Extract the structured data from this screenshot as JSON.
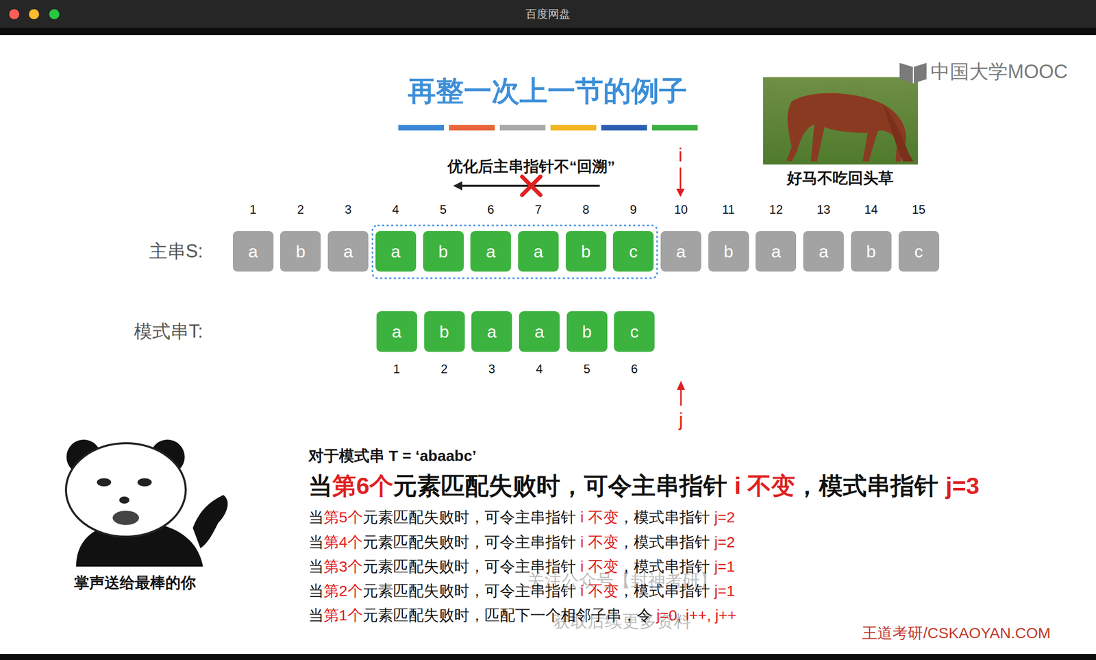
{
  "diagram": {
    "title": "再整一次上一节的例子",
    "nodes": [
      {
        "text": [
          "a"
        ]
      },
      {
        "text": [
          "b"
        ]
      },
      {
        "text": [
          "a"
        ]
      },
      {
        "text": [
          "a"
        ]
      },
      {
        "text": [
          "b"
        ]
      },
      {
        "text": [
          "a"
        ]
      },
      {
        "text": [
          "a"
        ]
      },
      {
        "text": [
          "b"
        ]
      },
      {
        "text": [
          "c"
        ]
      },
      {
        "text": [
          "a"
        ]
      },
      {
        "text": [
          "b"
        ]
      },
      {
        "text": [
          "a"
        ]
      },
      {
        "text": [
          "a"
        ]
      },
      {
        "text": [
          "b"
        ]
      },
      {
        "text": [
          "c"
        ]
      },
      {
        "text": [
          "a"
        ]
      },
      {
        "text": [
          "b"
        ]
      },
      {
        "text": [
          "a"
        ]
      },
      {
        "text": [
          "a"
        ]
      },
      {
        "text": [
          "b"
        ]
      },
      {
        "text": [
          "c"
        ]
      }
    ],
    "labels": [
      "百度网盘",
      "中国大学MOOC",
      "i",
      "优化后主串指针不“回溯”",
      "好马不吃回头草",
      "1",
      "2",
      "3",
      "4",
      "5",
      "6",
      "7",
      "8",
      "9",
      "10",
      "11",
      "12",
      "13",
      "14",
      "15",
      "主串S:",
      "模式串T:",
      "1",
      "2",
      "3",
      "4",
      "5",
      "6",
      "j",
      "对于模式串 T = ‘abaabc’",
      "当",
      "第6个",
      "元素匹配失败时，可令主串指针",
      "i 不变",
      "，模式串指针",
      "j=3",
      "当",
      "第5个",
      "元素匹配失败时，可令主串指针",
      "i 不变",
      "，模式串指针",
      "j=2",
      "当",
      "第4个",
      "元素匹配失败时，可令主串指针",
      "i 不变",
      "，模式串指针",
      "j=2",
      "当",
      "第3个",
      "元素匹配失败时，可令主串指针",
      "i 不变",
      "，模式串指针",
      "j=1",
      "当",
      "第2个",
      "元素匹配失败时，可令主串指针",
      "i 不变",
      "，模式串指针",
      "j=1",
      "当",
      "第1个",
      "元素匹配失败时，匹配下一个相邻子串，令",
      "j=0, i++, j++",
      "掌声送给最棒的你",
      "关注公众号【封神考研】",
      "获取后续更多资料",
      "王道考研/CSKAOYAN.COM"
    ]
  }
}
